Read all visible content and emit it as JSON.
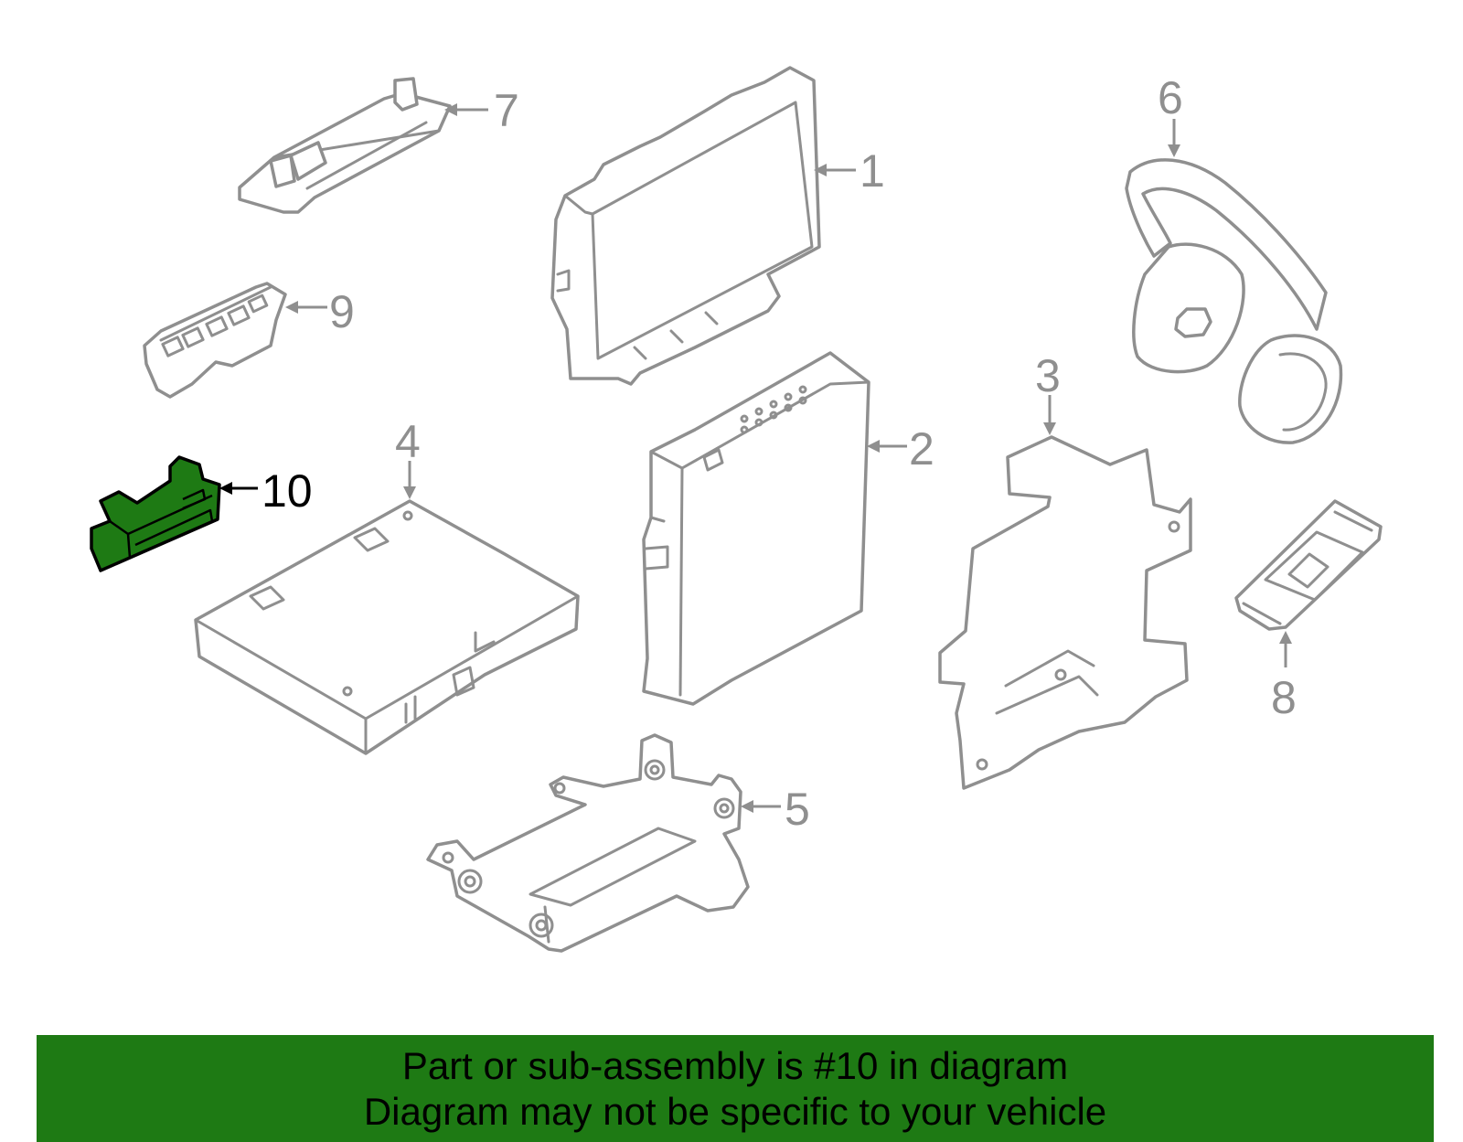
{
  "callouts": {
    "c1": "1",
    "c2": "2",
    "c3": "3",
    "c4": "4",
    "c5": "5",
    "c6": "6",
    "c7": "7",
    "c8": "8",
    "c9": "9",
    "c10": "10"
  },
  "highlighted_part": "10",
  "colors": {
    "highlight": "#1e7a14",
    "outline": "#8f8f8f",
    "banner": "#1e7a14"
  },
  "banner": {
    "line1": "Part or sub-assembly is #10 in diagram",
    "line2": "Diagram may not be specific to your vehicle"
  }
}
